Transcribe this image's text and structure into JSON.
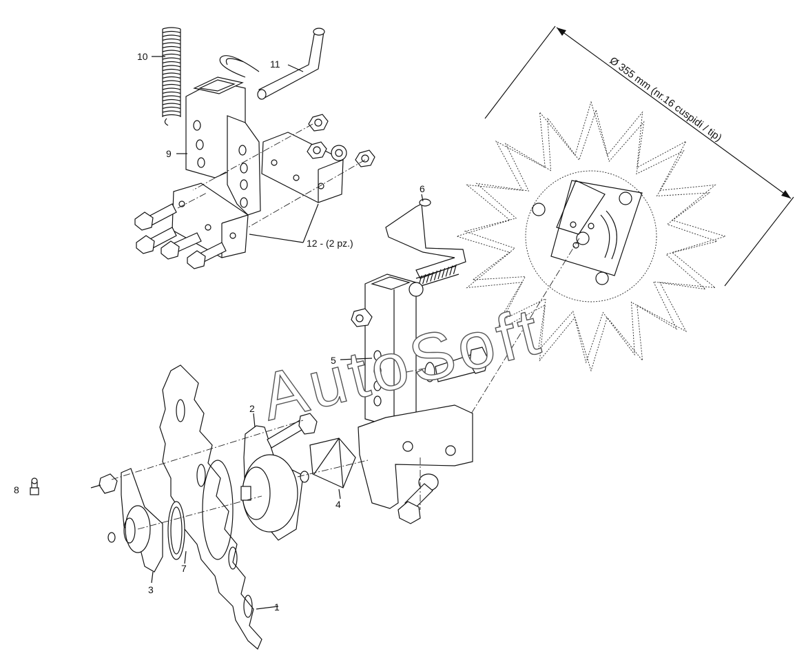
{
  "diagram": {
    "callouts": [
      {
        "id": "callout-1",
        "text": "1"
      },
      {
        "id": "callout-2",
        "text": "2"
      },
      {
        "id": "callout-3",
        "text": "3"
      },
      {
        "id": "callout-4",
        "text": "4"
      },
      {
        "id": "callout-5",
        "text": "5"
      },
      {
        "id": "callout-6",
        "text": "6"
      },
      {
        "id": "callout-7",
        "text": "7"
      },
      {
        "id": "callout-8",
        "text": "8"
      },
      {
        "id": "callout-9",
        "text": "9"
      },
      {
        "id": "callout-10",
        "text": "10"
      },
      {
        "id": "callout-11",
        "text": "11"
      },
      {
        "id": "callout-12",
        "text": "12 - (2 pz.)"
      }
    ],
    "dimension_label": "Ø 355 mm (nr.16 cuspidi / tip)",
    "watermark": "AutoSoft",
    "star_wheel_points": 16,
    "line_color": "#111111"
  }
}
